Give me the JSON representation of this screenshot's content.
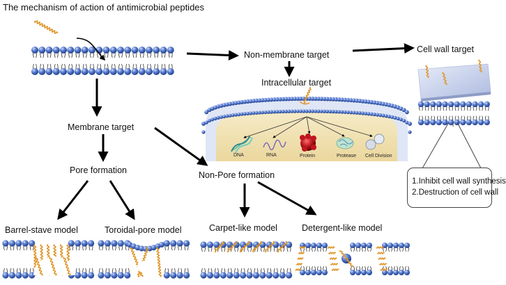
{
  "title": "The mechanism of action of antimicrobial peptides",
  "labels": {
    "non_membrane_target": "Non-membrane target",
    "cell_wall_target": "Cell wall target",
    "intracellular_target": "Intracellular target",
    "membrane_target": "Membrane target",
    "pore_formation": "Pore formation",
    "non_pore_formation": "Non-Pore formation",
    "barrel_stave": "Barrel-stave model",
    "toroidal_pore": "Toroidal-pore model",
    "carpet_like": "Carpet-like model",
    "detergent_like": "Detergent-like model"
  },
  "cell_targets": [
    "DNA",
    "RNA",
    "Protein",
    "Protease",
    "Cell Division"
  ],
  "cell_wall_effects": [
    "1.Inhibit cell wall synthesis",
    "2.Destruction of cell wall"
  ],
  "colors": {
    "lipid_head": "#4f74c4",
    "peptide": "#e0962a",
    "cytoplasm": "#f2e3b4",
    "cell_wall": "#c9d3ea",
    "arrow": "#000000"
  }
}
